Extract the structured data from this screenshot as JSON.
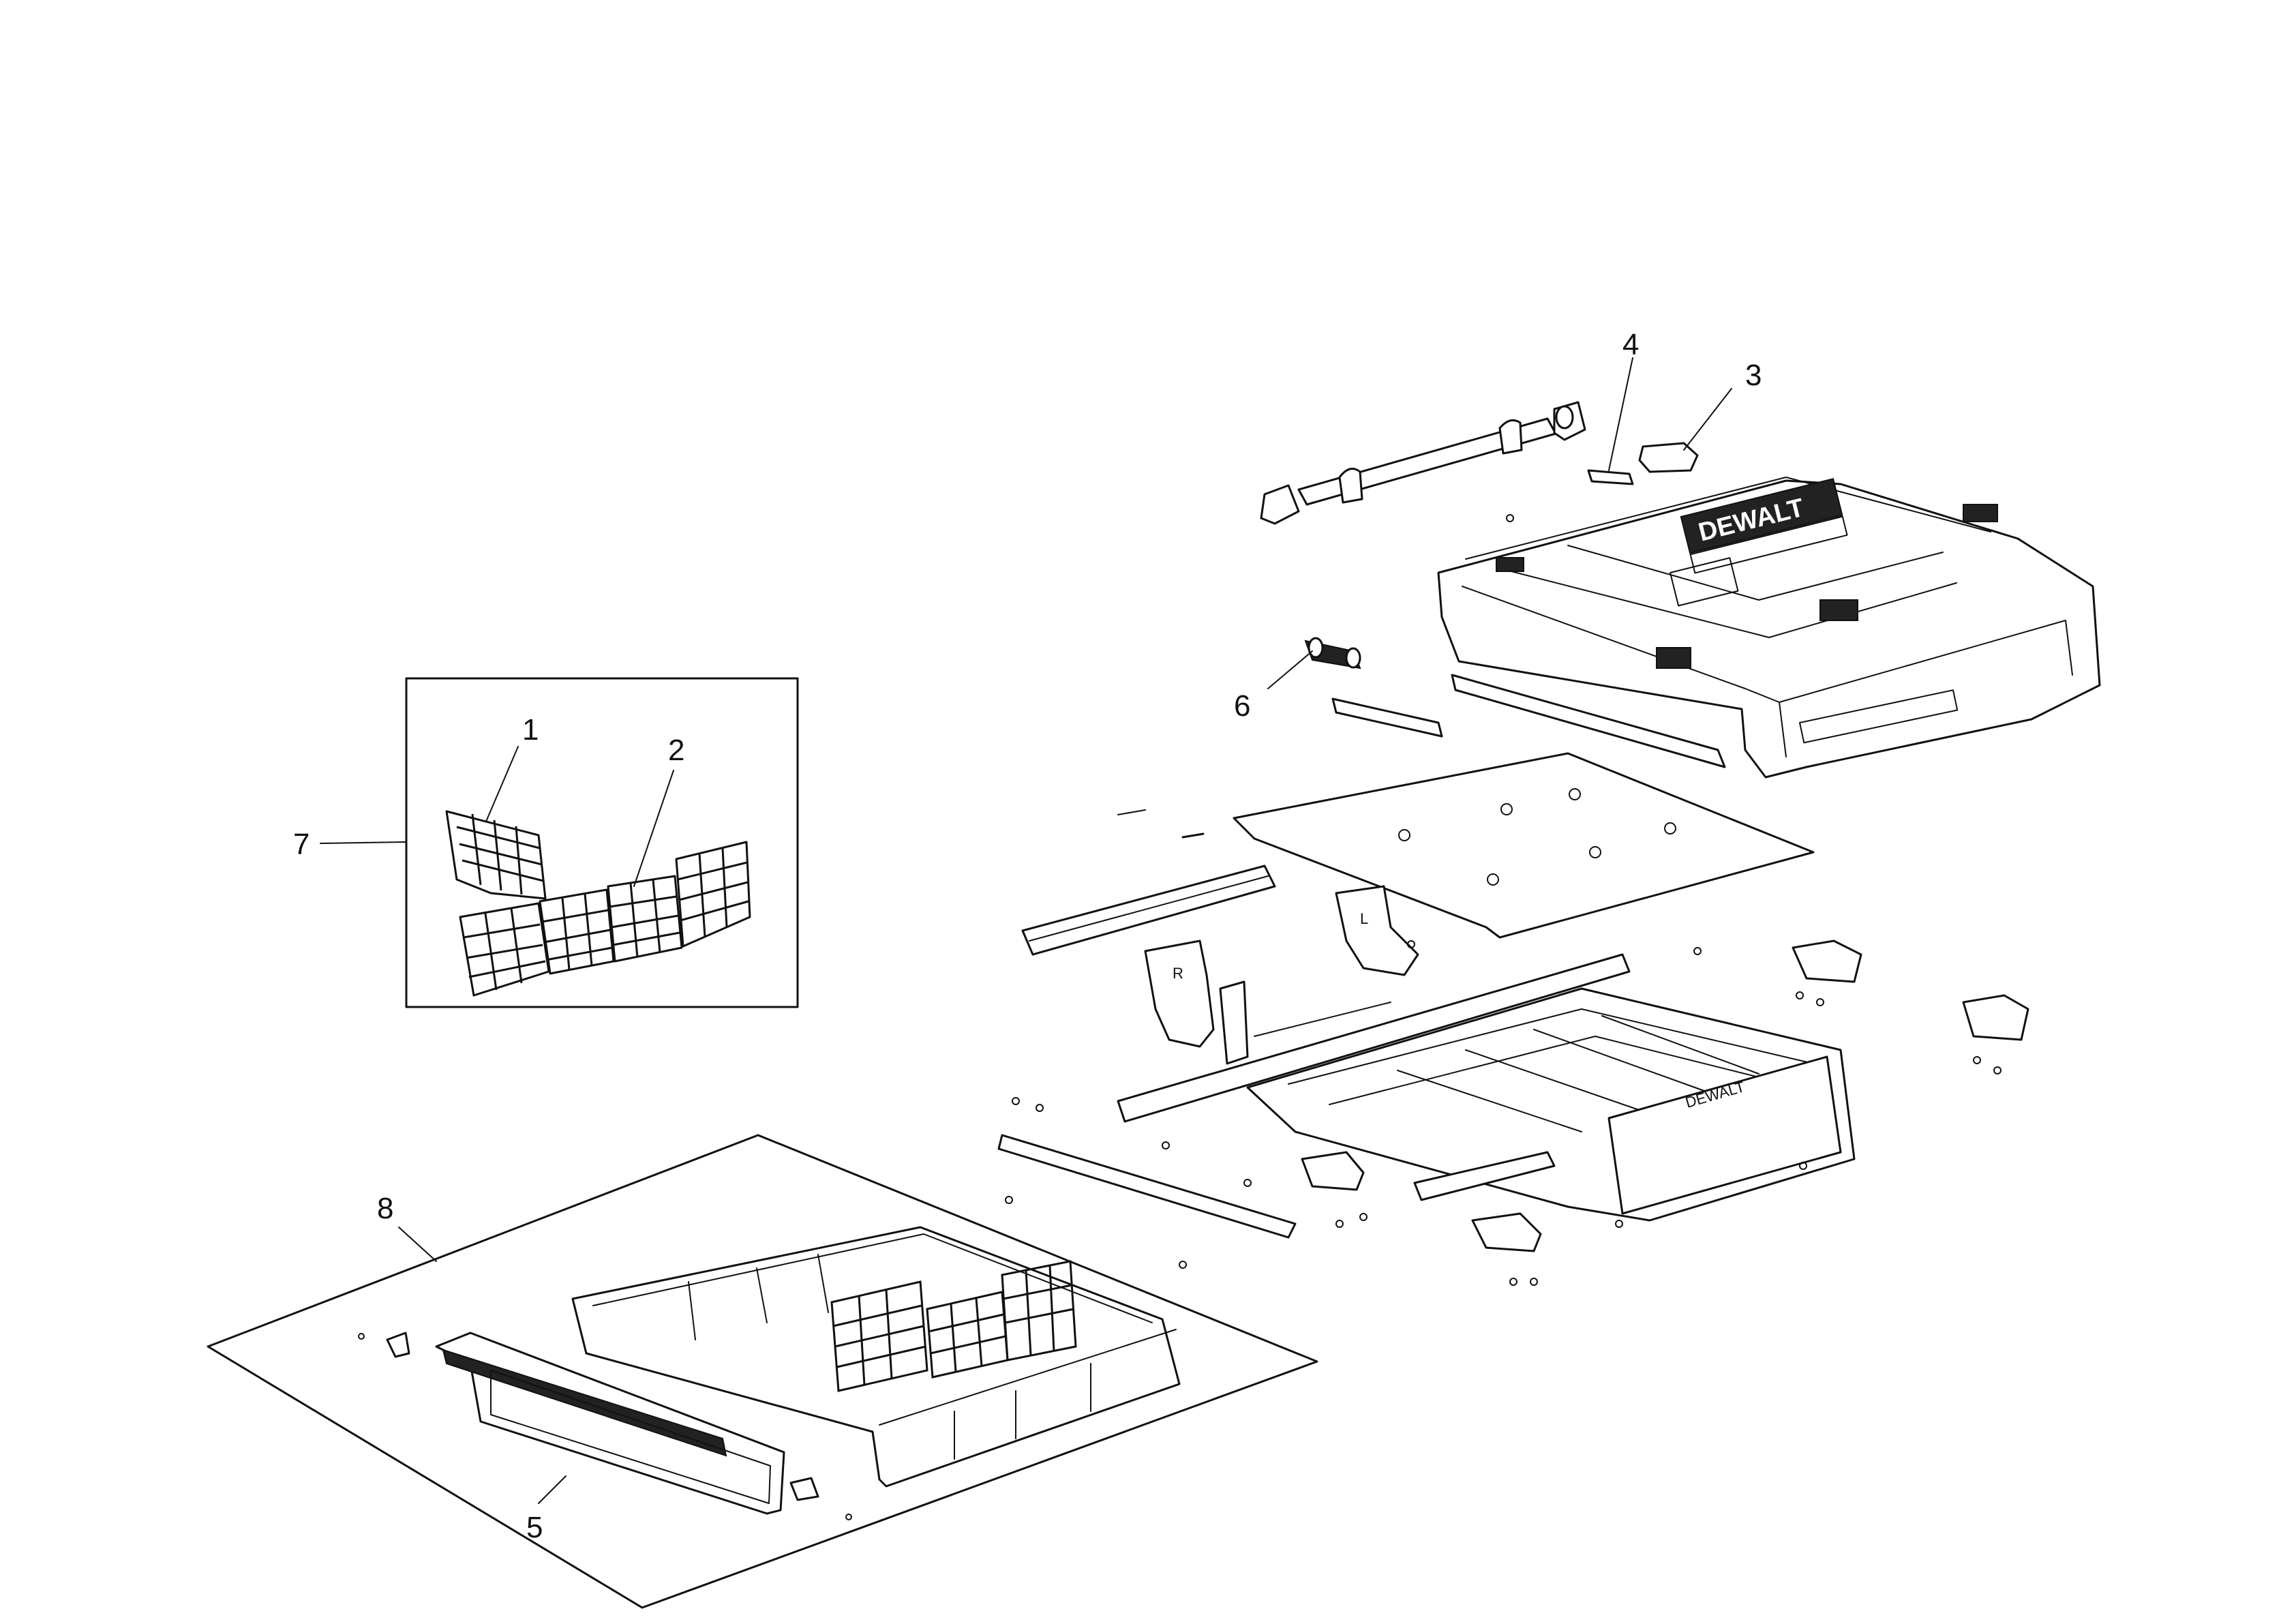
{
  "callouts": [
    {
      "id": "1",
      "label": "1"
    },
    {
      "id": "2",
      "label": "2"
    },
    {
      "id": "3",
      "label": "3"
    },
    {
      "id": "4",
      "label": "4"
    },
    {
      "id": "5",
      "label": "5"
    },
    {
      "id": "6",
      "label": "6"
    },
    {
      "id": "7",
      "label": "7"
    },
    {
      "id": "8",
      "label": "8"
    }
  ],
  "brand_marks": {
    "lid_logo": "DEWALT",
    "drawer_logo": "DEWALT"
  },
  "bracket_letters": {
    "right": "R",
    "left": "L"
  }
}
